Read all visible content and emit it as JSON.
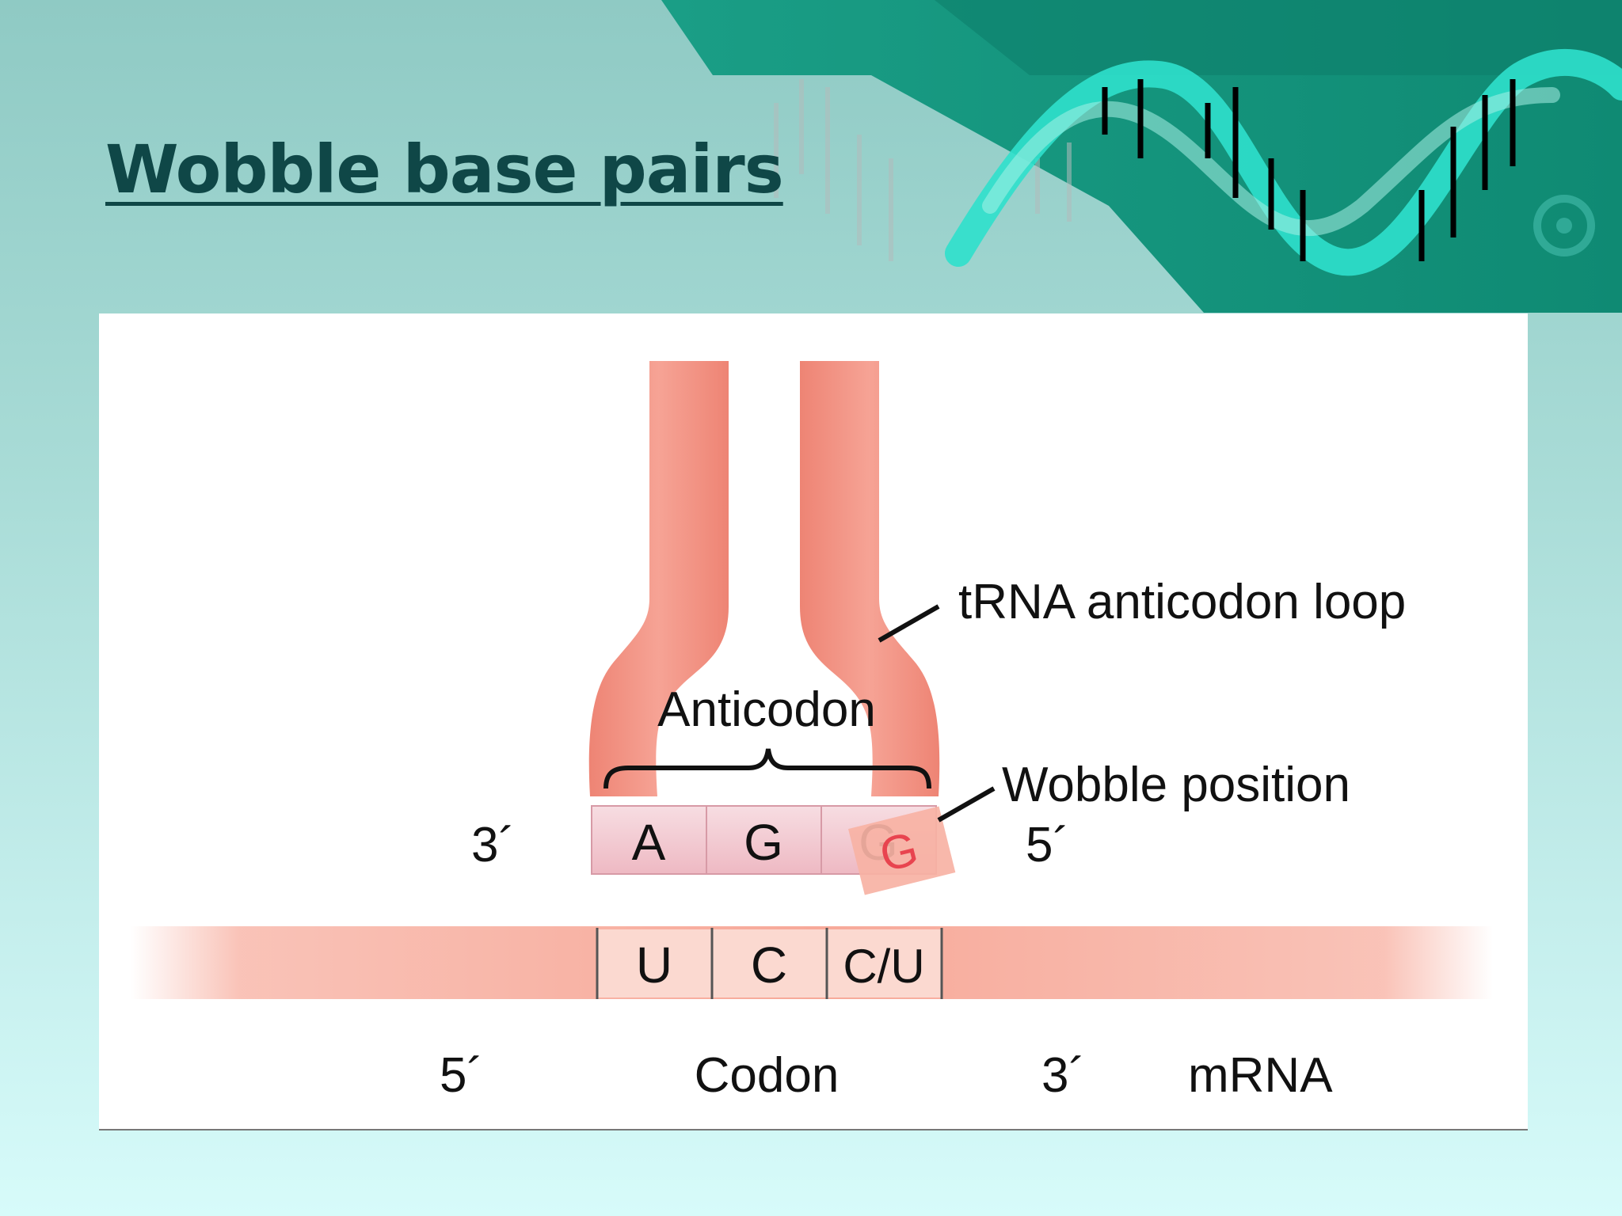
{
  "slide": {
    "title": "Wobble base pairs",
    "accent_color": "#0f8f7a",
    "title_color": "#0f4747"
  },
  "figure": {
    "label_trna_loop": "tRNA anticodon loop",
    "label_anticodon": "Anticodon",
    "label_wobble_position": "Wobble position",
    "anticodon_bases": [
      "A",
      "G",
      "G"
    ],
    "wobble_base": "G",
    "codon_bases": [
      "U",
      "C",
      "C/U"
    ],
    "anticodon_end_left": "3´",
    "anticodon_end_right": "5´",
    "mrna_end_left": "5´",
    "codon_label": "Codon",
    "mrna_end_right": "3´",
    "mrna_label": "mRNA",
    "colors": {
      "trna": "#f08878",
      "mrna": "#f7a999",
      "base_box": "#f3c8cf"
    }
  }
}
